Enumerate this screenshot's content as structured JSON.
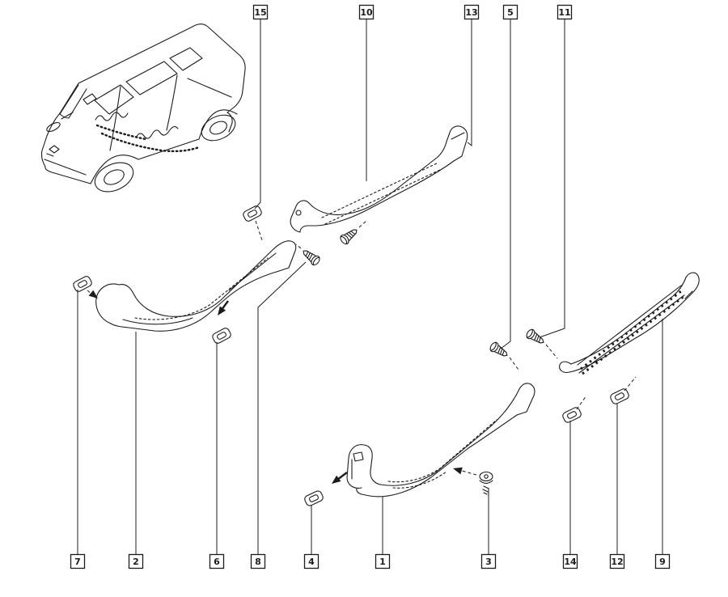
{
  "callouts": {
    "top": [
      {
        "label": "15"
      },
      {
        "label": "10"
      },
      {
        "label": "13"
      },
      {
        "label": "5"
      },
      {
        "label": "11"
      }
    ],
    "bottom": [
      {
        "label": "7"
      },
      {
        "label": "2"
      },
      {
        "label": "6"
      },
      {
        "label": "8"
      },
      {
        "label": "4"
      },
      {
        "label": "1"
      },
      {
        "label": "3"
      },
      {
        "label": "14"
      },
      {
        "label": "12"
      },
      {
        "label": "9"
      }
    ]
  },
  "colors": {
    "ink": "#1c1c1c",
    "background": "#ffffff"
  }
}
